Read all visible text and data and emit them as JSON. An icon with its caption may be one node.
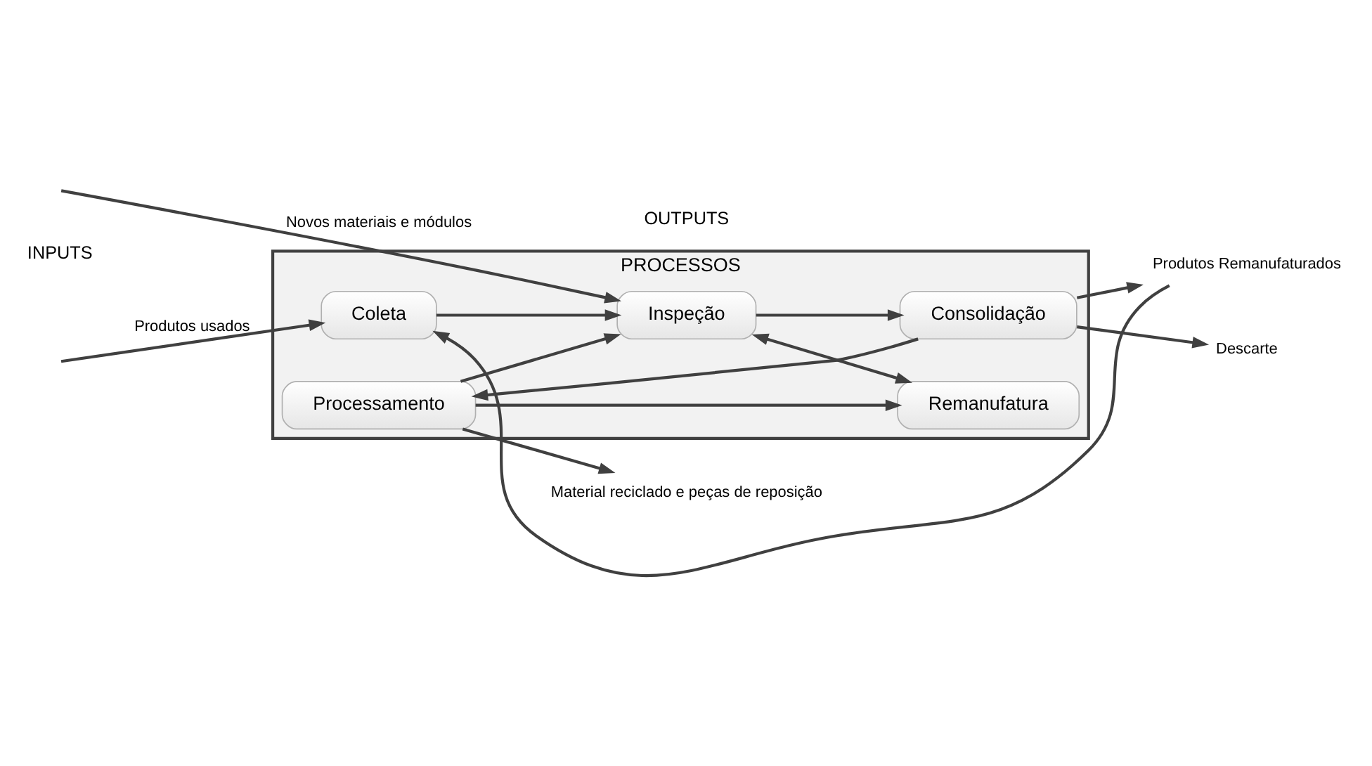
{
  "diagram": {
    "nodes": [
      {
        "text": [
          "PROCESSOS"
        ]
      },
      {
        "text": [
          "Processamento"
        ],
        "in": 0
      },
      {
        "text": [
          "Remanufatura"
        ],
        "in": 0
      },
      {
        "text": [
          "Coleta"
        ],
        "in": 0
      },
      {
        "text": [
          "Consolidação"
        ],
        "in": 0
      },
      {
        "text": [
          "Inspeção"
        ],
        "in": 0
      },
      {
        "text": [
          "Material reciclado e peças de reposição"
        ]
      },
      {
        "text": [
          "Produtos Remanufaturados"
        ]
      },
      {
        "text": [
          "Descarte"
        ]
      }
    ],
    "edges": [
      {
        "from": 1,
        "to": 6,
        "arrow": "to"
      },
      {
        "from": 1,
        "to": 2,
        "arrow": "to"
      },
      {
        "from": 1,
        "to": 5,
        "arrow": "to"
      },
      {
        "from": 5,
        "to": 2,
        "arrow": "both"
      },
      {
        "from": 4,
        "to": 1,
        "arrow": "to"
      },
      {
        "from": null,
        "to": 3,
        "arrow": "to",
        "label": "Produtos usados"
      },
      {
        "from": 3,
        "to": 5,
        "arrow": "to"
      },
      {
        "from": 4,
        "to": 7,
        "arrow": "to"
      },
      {
        "from": null,
        "to": 5,
        "arrow": "to",
        "label": "Novos materiais e módulos"
      },
      {
        "from": 5,
        "to": 4,
        "arrow": "to"
      },
      {
        "from": 4,
        "to": 8,
        "arrow": "to"
      },
      {
        "from": 7,
        "to": 3,
        "arrow": "to"
      }
    ],
    "labels": [
      "INPUTS",
      "OUTPUTS"
    ]
  }
}
